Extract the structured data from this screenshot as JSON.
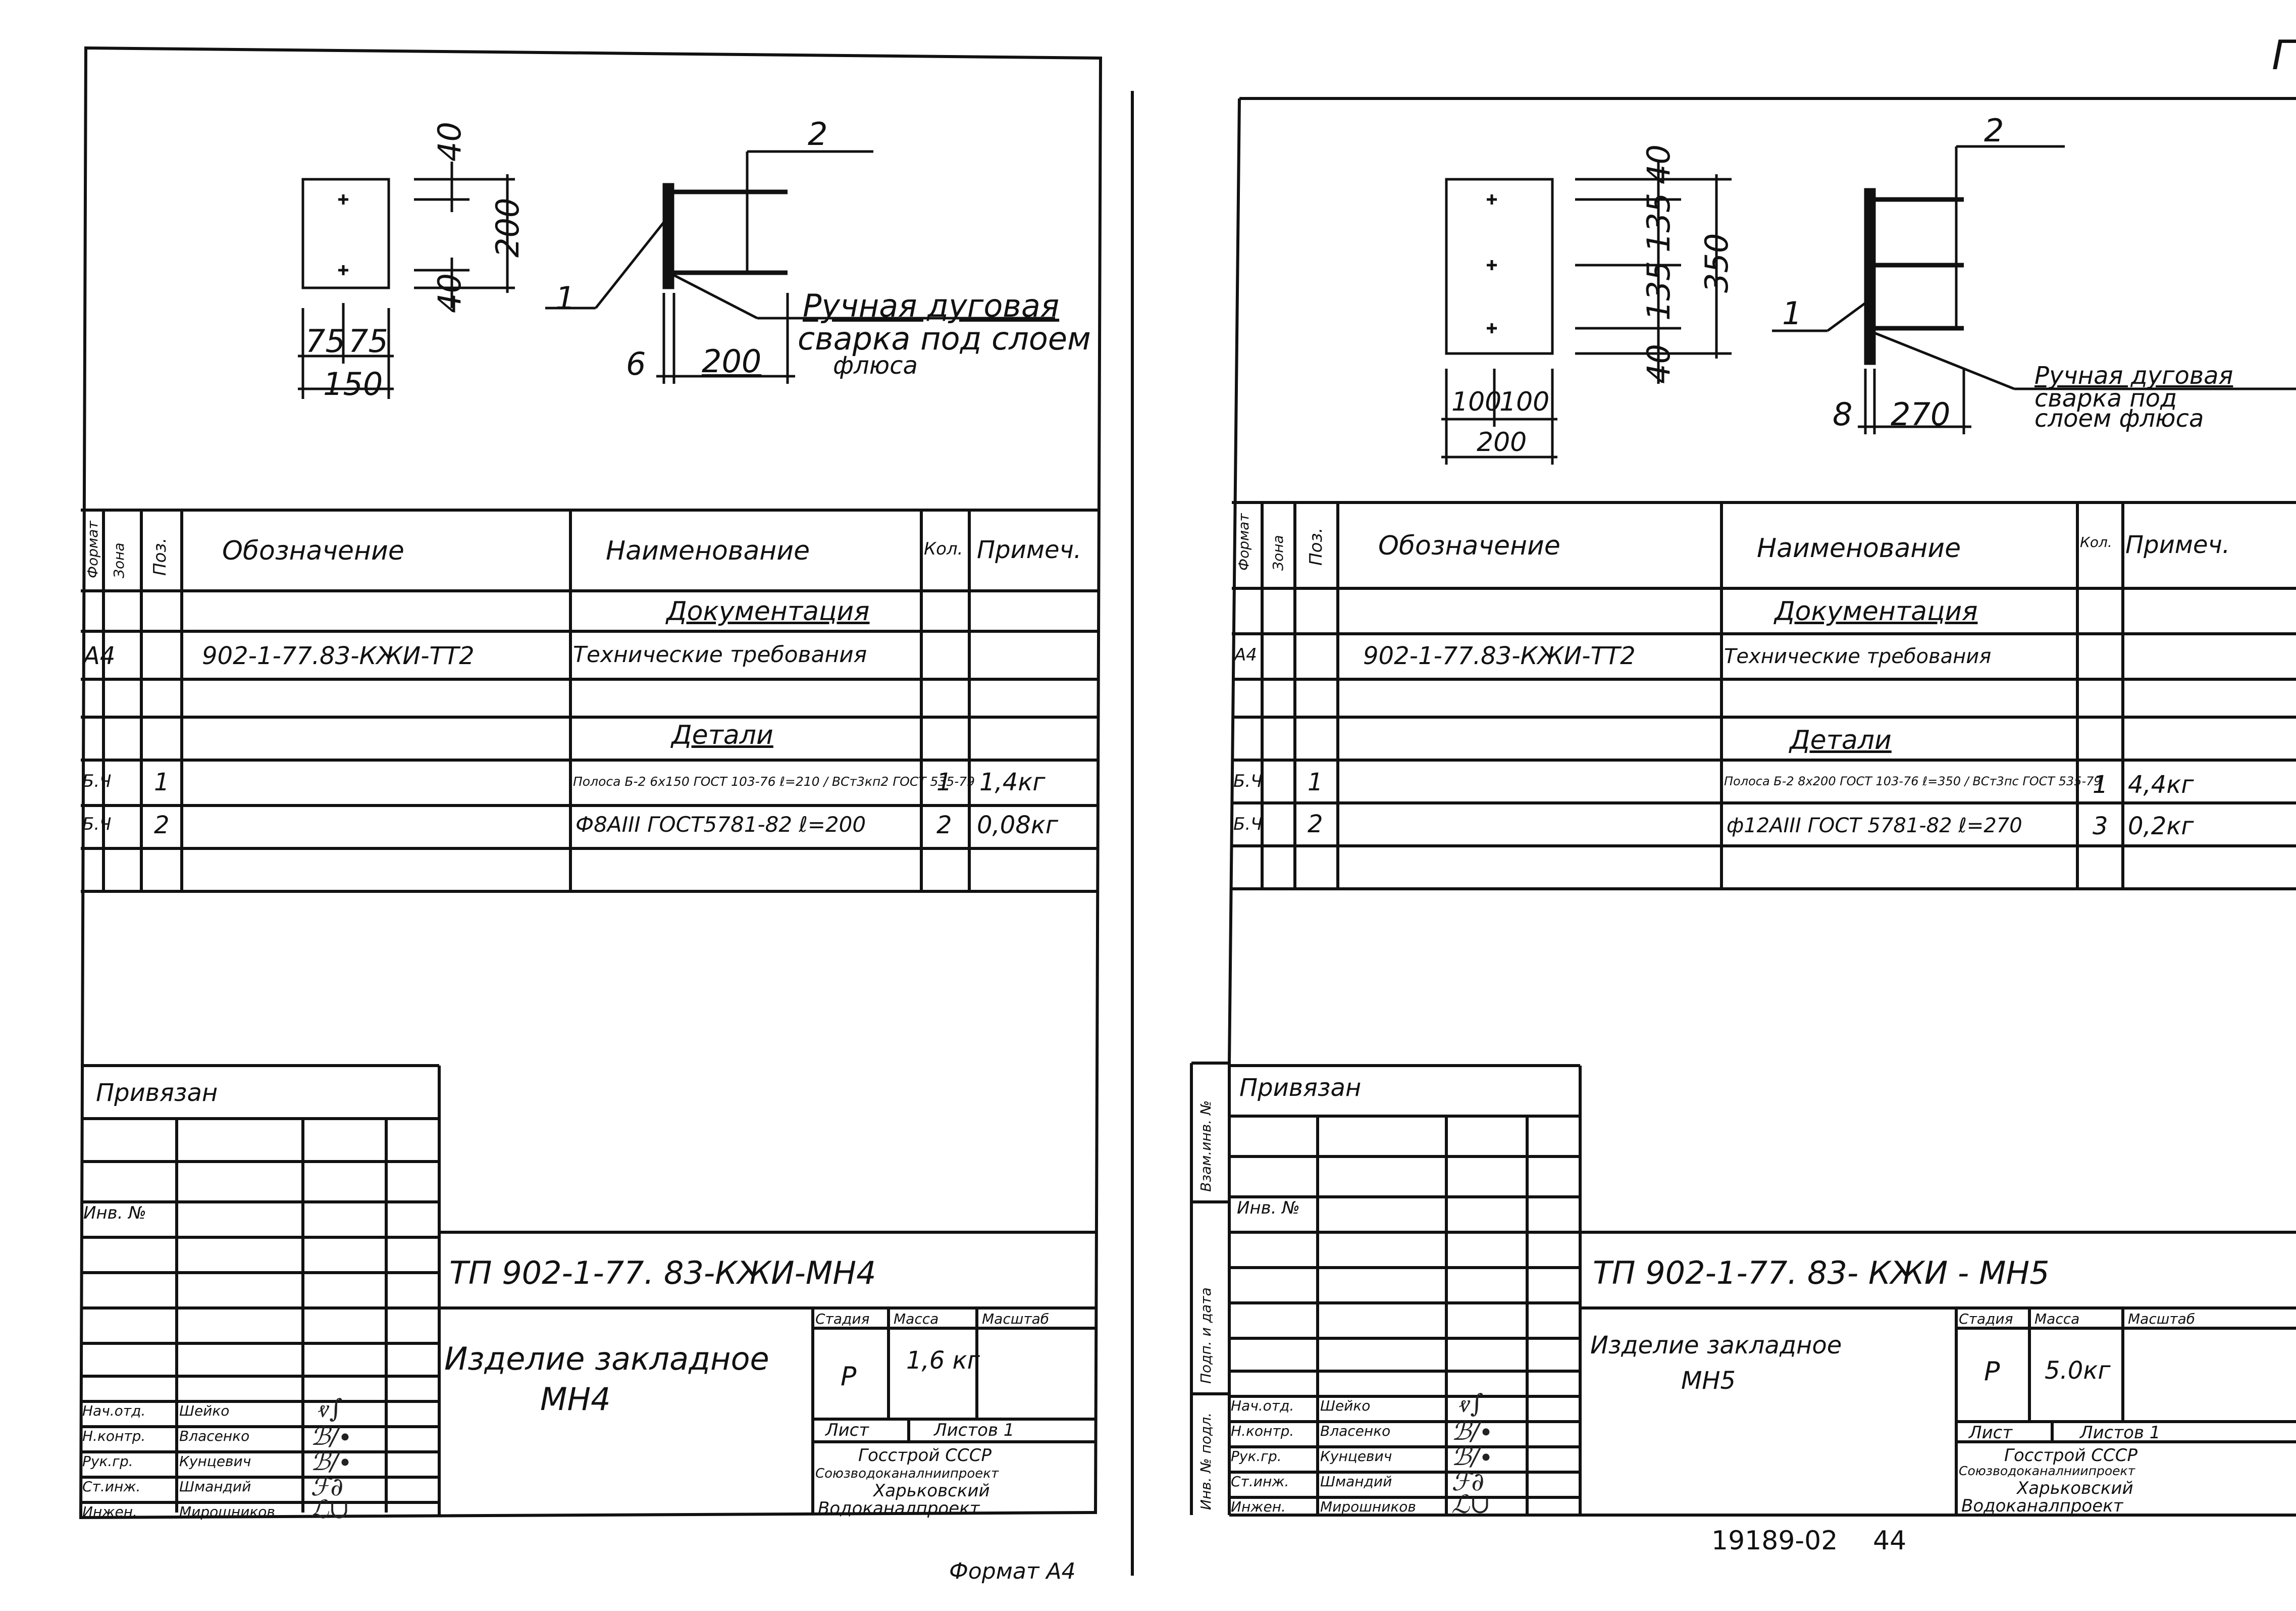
{
  "common": {
    "spec_headers": {
      "format": "Формат",
      "zone": "Зона",
      "pos": "Поз.",
      "designation": "Обозначение",
      "name": "Наименование",
      "qty": "Кол.",
      "note": "Примеч."
    },
    "privyazan": "Привязан",
    "inv_no": "Инв. №",
    "roles": [
      "Нач.отд.",
      "Н.контр.",
      "Рук.гр.",
      "Ст.инж.",
      "Инжен."
    ],
    "names": [
      "Шейко",
      "Власенко",
      "Кунцевич",
      "Шмандий",
      "Мирошников"
    ],
    "stage_header": "Стадия",
    "mass_header": "Масса",
    "scale_header": "Масштаб",
    "sheet_label": "Лист",
    "sheets_label": "Листов 1",
    "org": [
      "Госстрой СССР",
      "Союзводоканалниипроект",
      "Харьковский",
      "Водоканалпроект"
    ]
  },
  "left": {
    "sketch": {
      "dim_40_top": "40",
      "dim_200": "200",
      "dim_40_bottom": "40",
      "dim_75a": "75",
      "dim_75b": "75",
      "dim_150": "150",
      "leader_1": "1",
      "leader_2": "2",
      "dim_6": "6",
      "dim_200_len": "200",
      "weld_note": [
        "Ручная дуговая",
        "сварка под слоем",
        "флюса"
      ]
    },
    "rows": [
      {
        "format": "",
        "zone": "",
        "pos": "",
        "designation": "",
        "name": "Документация",
        "qty": "",
        "note": ""
      },
      {
        "format": "А4",
        "zone": "",
        "pos": "",
        "designation": "902-1-77.83-КЖИ-ТТ2",
        "name": "Технические требования",
        "qty": "",
        "note": ""
      },
      {
        "format": "",
        "zone": "",
        "pos": "",
        "designation": "",
        "name": "",
        "qty": "",
        "note": ""
      },
      {
        "format": "",
        "zone": "",
        "pos": "",
        "designation": "",
        "name": "Детали",
        "qty": "",
        "note": ""
      },
      {
        "format": "Б.Ч",
        "zone": "",
        "pos": "1",
        "designation": "",
        "name": "Полоса Б-2 6х150 ГОСТ 103-76 ℓ=210 / ВСт3кп2 ГОСТ 535-79",
        "qty": "1",
        "note": "1,4кг"
      },
      {
        "format": "Б.Ч",
        "zone": "",
        "pos": "2",
        "designation": "",
        "name": "Ф8АIII ГОСТ5781-82 ℓ=200",
        "qty": "2",
        "note": "0,08кг"
      },
      {
        "format": "",
        "zone": "",
        "pos": "",
        "designation": "",
        "name": "",
        "qty": "",
        "note": ""
      }
    ],
    "doc_code": "ТП 902-1-77. 83-КЖИ-МН4",
    "title": [
      "Изделие закладное",
      "МН4"
    ],
    "stage": "Р",
    "mass": "1,6 кг",
    "scale": "",
    "footer": "Формат А4"
  },
  "right": {
    "corner_mark": "Г",
    "sketch": {
      "dim_40_top": "40",
      "dim_135a": "135",
      "dim_135b": "135",
      "dim_40_bottom": "40",
      "dim_350": "350",
      "dim_100a": "100",
      "dim_100b": "100",
      "dim_200": "200",
      "leader_1": "1",
      "leader_2": "2",
      "dim_8": "8",
      "dim_270": "270",
      "weld_note": [
        "Ручная дуговая",
        "сварка под",
        "слоем флюса"
      ]
    },
    "rows": [
      {
        "format": "",
        "zone": "",
        "pos": "",
        "designation": "",
        "name": "Документация",
        "qty": "",
        "note": ""
      },
      {
        "format": "А4",
        "zone": "",
        "pos": "",
        "designation": "902-1-77.83-КЖИ-ТТ2",
        "name": "Технические требования",
        "qty": "",
        "note": ""
      },
      {
        "format": "",
        "zone": "",
        "pos": "",
        "designation": "",
        "name": "",
        "qty": "",
        "note": ""
      },
      {
        "format": "",
        "zone": "",
        "pos": "",
        "designation": "",
        "name": "Детали",
        "qty": "",
        "note": ""
      },
      {
        "format": "Б.Ч",
        "zone": "",
        "pos": "1",
        "designation": "",
        "name": "Полоса Б-2 8х200 ГОСТ 103-76 ℓ=350 / ВСт3пс ГОСТ 535-79",
        "qty": "1",
        "note": "4,4кг"
      },
      {
        "format": "Б.Ч",
        "zone": "",
        "pos": "2",
        "designation": "",
        "name": "ф12АIII ГОСТ 5781-82 ℓ=270",
        "qty": "3",
        "note": "0,2кг"
      },
      {
        "format": "",
        "zone": "",
        "pos": "",
        "designation": "",
        "name": "",
        "qty": "",
        "note": ""
      }
    ],
    "doc_code": "ТП 902-1-77. 83- КЖИ - МН5",
    "title": [
      "Изделие закладное",
      "МН5"
    ],
    "stage": "Р",
    "mass": "5.0кг",
    "scale": "",
    "side_labels": [
      "Взам.инв. №",
      "Подп. и дата",
      "Инв. № подл."
    ],
    "bottom_code": "19189-02",
    "page_no": "44"
  }
}
